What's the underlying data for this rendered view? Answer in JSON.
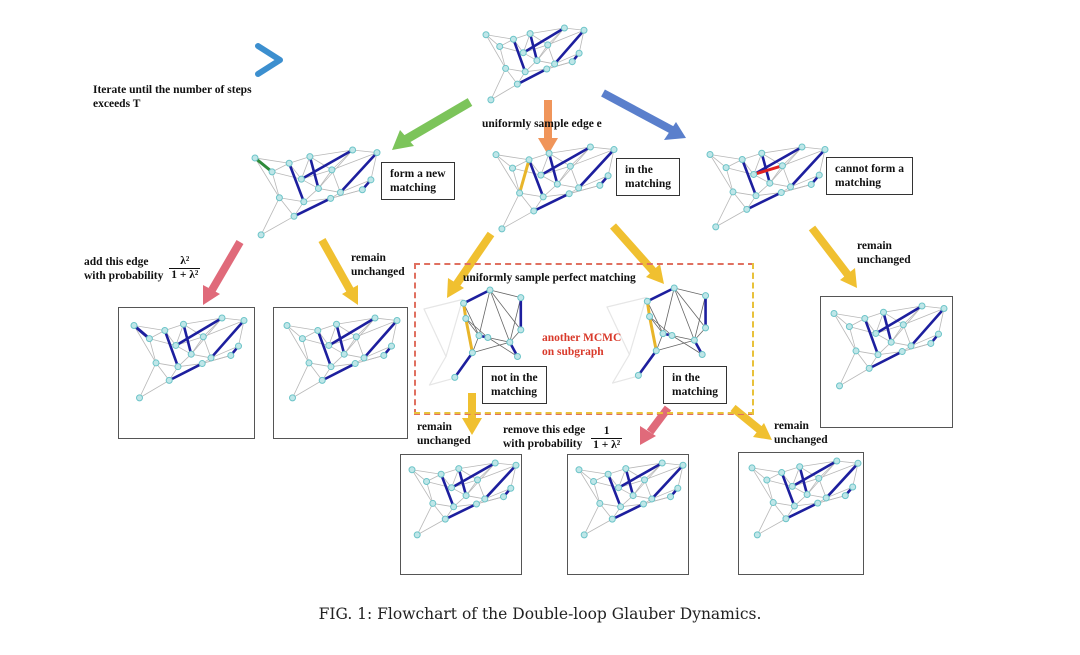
{
  "figure": {
    "caption": "FIG. 1: Flowchart of the Double-loop Glauber Dynamics.",
    "loop_label_line1": "Iterate until the number of steps",
    "loop_label_line2": "exceeds T",
    "colors": {
      "node_fill": "#bfe6e8",
      "node_stroke": "#6cc4c8",
      "edge_gray": "#b8b8b8",
      "matching_edge": "#1d1f9e",
      "new_edge_green": "#2e8b3a",
      "sampled_edge_yellow": "#e8b52a",
      "conflict_edge_red": "#e02222",
      "arrow_green": "#7cc45a",
      "arrow_orange": "#f0955a",
      "arrow_blue": "#5a7fcc",
      "arrow_pink": "#e06a7a",
      "arrow_yellow": "#f0c030",
      "loop_start": "#3bbfa0",
      "loop_end": "#3c8fcf",
      "dashed_red": "#e07060",
      "mcmc_red": "#d93a2b"
    }
  },
  "steps": {
    "sample_edge": "uniformly sample edge e",
    "form_new_matching_line1": "form a new",
    "form_new_matching_line2": "matching",
    "in_matching_line1": "in the",
    "in_matching_line2": "matching",
    "cannot_form_line1": "cannot form a",
    "cannot_form_line2": "matching",
    "add_edge_line1": "add this edge",
    "add_edge_line2": "with probability",
    "add_prob_num": "λ²",
    "add_prob_den": "1 + λ²",
    "remain_line1": "remain",
    "remain_line2": "unchanged",
    "sample_perfect": "uniformly sample perfect matching",
    "mcmc_line1": "another MCMC",
    "mcmc_line2": "on subgraph",
    "not_in_line1": "not in the",
    "not_in_line2": "matching",
    "in2_line1": "in the",
    "in2_line2": "matching",
    "remove_line1": "remove this edge",
    "remove_line2": "with probability",
    "remove_prob_num": "1",
    "remove_prob_den": "1 + λ²"
  },
  "graph": {
    "nodes": [
      [
        0.0,
        0.12
      ],
      [
        0.28,
        0.2
      ],
      [
        0.45,
        0.1
      ],
      [
        0.8,
        0.0
      ],
      [
        1.0,
        0.04
      ],
      [
        0.14,
        0.33
      ],
      [
        0.38,
        0.44
      ],
      [
        0.63,
        0.3
      ],
      [
        0.95,
        0.45
      ],
      [
        0.52,
        0.58
      ],
      [
        0.88,
        0.6
      ],
      [
        0.7,
        0.64
      ],
      [
        0.2,
        0.72
      ],
      [
        0.4,
        0.78
      ],
      [
        0.62,
        0.73
      ],
      [
        0.32,
        1.0
      ],
      [
        0.05,
        1.28
      ]
    ],
    "edges": [
      [
        0,
        1
      ],
      [
        0,
        5
      ],
      [
        1,
        2
      ],
      [
        2,
        3
      ],
      [
        3,
        4
      ],
      [
        1,
        5
      ],
      [
        1,
        6
      ],
      [
        2,
        6
      ],
      [
        2,
        7
      ],
      [
        3,
        7
      ],
      [
        4,
        7
      ],
      [
        4,
        8
      ],
      [
        5,
        6
      ],
      [
        6,
        7
      ],
      [
        7,
        9
      ],
      [
        7,
        11
      ],
      [
        8,
        10
      ],
      [
        8,
        11
      ],
      [
        9,
        11
      ],
      [
        9,
        13
      ],
      [
        6,
        9
      ],
      [
        5,
        12
      ],
      [
        12,
        13
      ],
      [
        13,
        14
      ],
      [
        14,
        11
      ],
      [
        14,
        10
      ],
      [
        12,
        15
      ],
      [
        13,
        15
      ],
      [
        15,
        16
      ],
      [
        12,
        16
      ],
      [
        10,
        14
      ],
      [
        0,
        12
      ],
      [
        3,
        9
      ],
      [
        2,
        9
      ]
    ],
    "matching": [
      [
        1,
        13
      ],
      [
        2,
        9
      ],
      [
        3,
        6
      ],
      [
        4,
        11
      ],
      [
        8,
        10
      ],
      [
        14,
        15
      ]
    ]
  },
  "panels": [
    {
      "id": "initial",
      "extra": null
    },
    {
      "id": "form-new",
      "extra": {
        "edge": [
          0,
          5
        ],
        "color": "new_edge_green"
      }
    },
    {
      "id": "in-matching",
      "extra": {
        "edge": [
          1,
          12
        ],
        "color": "sampled_edge_yellow"
      }
    },
    {
      "id": "cannot-form",
      "extra": {
        "edge": [
          6,
          7
        ],
        "color": "conflict_edge_red"
      }
    },
    {
      "id": "added",
      "extra": {
        "edge": [
          0,
          5
        ],
        "color": "matching_edge"
      }
    },
    {
      "id": "unchanged-left",
      "extra": null
    },
    {
      "id": "unchanged-right",
      "extra": null
    },
    {
      "id": "out-a",
      "extra": null
    },
    {
      "id": "out-b",
      "extra": null
    },
    {
      "id": "out-c",
      "extra": null
    }
  ]
}
